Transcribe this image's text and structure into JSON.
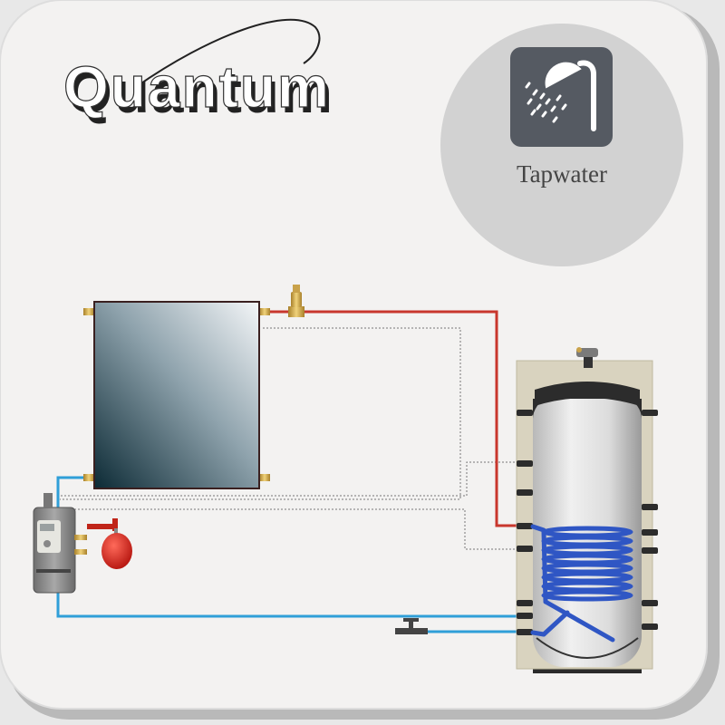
{
  "brand": {
    "name": "Quantum"
  },
  "badge": {
    "label": "Tapwater",
    "icon": "shower-icon"
  },
  "colors": {
    "hot_pipe": "#c8372d",
    "cold_pipe": "#2f9fd8",
    "coil": "#2f56c4",
    "tank_insulation": "#d9d3bf",
    "badge_circle": "#d2d2d2",
    "icon_tile": "#555a62"
  },
  "components": {
    "collector": "solar-collector",
    "vent": "air-vent-valve",
    "station": "pump-station",
    "expansion": "expansion-vessel",
    "tank": "storage-tank",
    "coil": "heat-exchanger-coil",
    "tap": "tap-valve"
  }
}
